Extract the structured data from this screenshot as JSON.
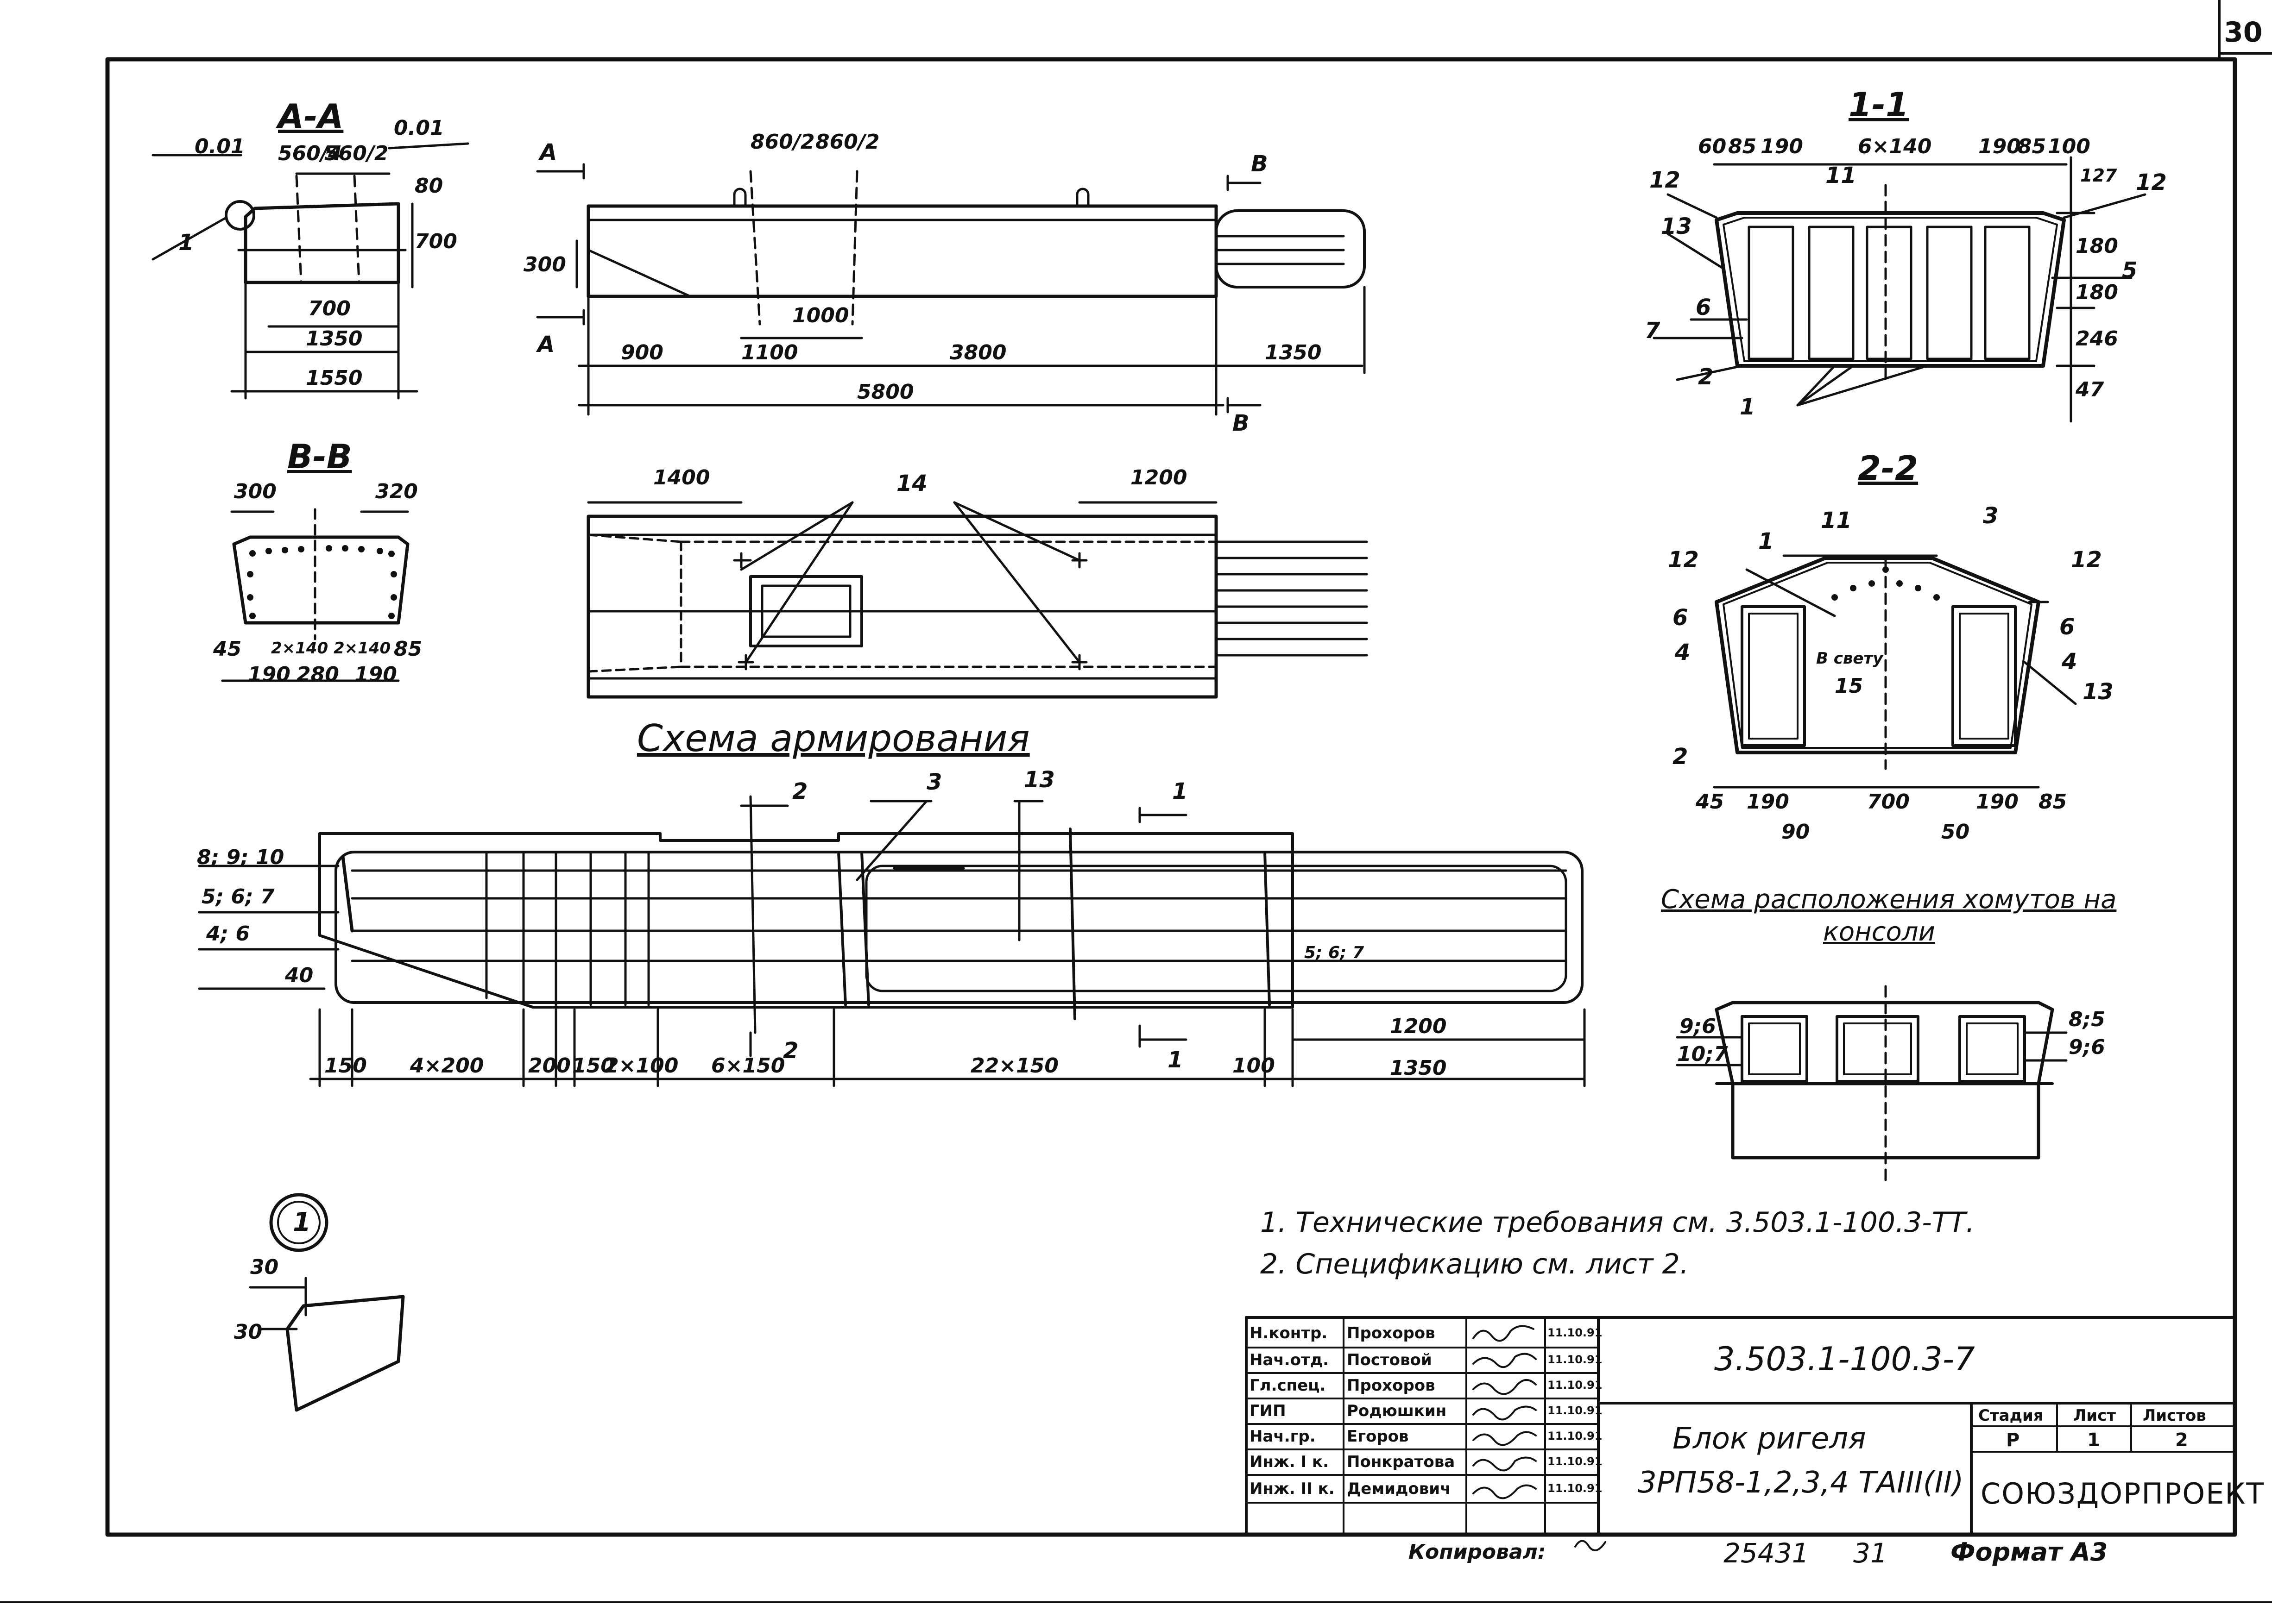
{
  "sheet_number": "30",
  "sections": {
    "aa": {
      "title": "А-А",
      "dims": [
        "0.01",
        "560/4",
        "560/2",
        "0.01",
        "80",
        "700",
        "700",
        "1350",
        "1550"
      ],
      "callout": "1"
    },
    "bb": {
      "title": "В-В",
      "dims": [
        "300",
        "320",
        "45",
        "2×140",
        "2×140",
        "85",
        "190",
        "280",
        "190"
      ]
    },
    "s11": {
      "title": "1-1",
      "dims": [
        "60",
        "85",
        "190",
        "6×140",
        "190",
        "85",
        "100",
        "127",
        "180",
        "180",
        "246",
        "47"
      ],
      "callouts": [
        "12",
        "13",
        "11",
        "12",
        "5",
        "6",
        "7",
        "2",
        "1"
      ]
    },
    "s22": {
      "title": "2-2",
      "dims": [
        "45",
        "190",
        "700",
        "190",
        "85",
        "90",
        "50"
      ],
      "callouts": [
        "12",
        "1",
        "11",
        "3",
        "12",
        "6",
        "4",
        "6",
        "4",
        "13",
        "2"
      ],
      "clear_label": "В свету",
      "clear_value": "15"
    }
  },
  "elevation": {
    "cut_a": "А",
    "cut_b": "В",
    "dims": [
      "860/2",
      "860/2",
      "300",
      "1000",
      "900",
      "1100",
      "3800",
      "1350",
      "5800"
    ]
  },
  "plan": {
    "dims": [
      "1400",
      "1200"
    ],
    "callout": "14"
  },
  "reinforcement": {
    "title": "Схема армирования",
    "left_labels": [
      "8; 9; 10",
      "5; 6; 7",
      "4; 6",
      "40"
    ],
    "callouts": [
      "2",
      "3",
      "13",
      "1",
      "5; 6; 7",
      "2",
      "1"
    ],
    "dims": [
      "150",
      "4×200",
      "200",
      "150",
      "2×100",
      "6×150",
      "22×150",
      "100",
      "1200",
      "1350"
    ]
  },
  "console": {
    "title_line1": "Схема расположения хомутов на",
    "title_line2": "консоли",
    "labels": [
      "9;6",
      "10;7",
      "8;5",
      "9;6"
    ]
  },
  "detail": {
    "callout": "1",
    "dims": [
      "30",
      "30"
    ]
  },
  "notes": [
    "1. Технические требования см. 3.503.1-100.3-ТТ.",
    "2. Спецификацию см. лист 2."
  ],
  "title_block": {
    "rows": [
      {
        "role": "Н.контр.",
        "name": "Прохоров",
        "date": "11.10.91"
      },
      {
        "role": "Нач.отд.",
        "name": "Постовой",
        "date": "11.10.91"
      },
      {
        "role": "Гл.спец.",
        "name": "Прохоров",
        "date": "11.10.91"
      },
      {
        "role": "ГИП",
        "name": "Родюшкин",
        "date": "11.10.91"
      },
      {
        "role": "Нач.гр.",
        "name": "Егоров",
        "date": "11.10.91"
      },
      {
        "role": "Инж. I к.",
        "name": "Понкратова",
        "date": "11.10.91"
      },
      {
        "role": "Инж. II к.",
        "name": "Демидович",
        "date": "11.10.91"
      }
    ],
    "code": "3.503.1-100.3-7",
    "name_line1": "Блок ригеля",
    "name_line2": "3РП58-1,2,3,4 ТАIII(II)",
    "stage_header": "Стадия",
    "sheet_header": "Лист",
    "sheets_header": "Листов",
    "stage": "Р",
    "sheet": "1",
    "sheets": "2",
    "organization": "СОЮЗДОРПРОЕКТ"
  },
  "footer": {
    "copied": "Копировал:",
    "inv": "25431",
    "num": "31",
    "format": "Формат А3"
  }
}
